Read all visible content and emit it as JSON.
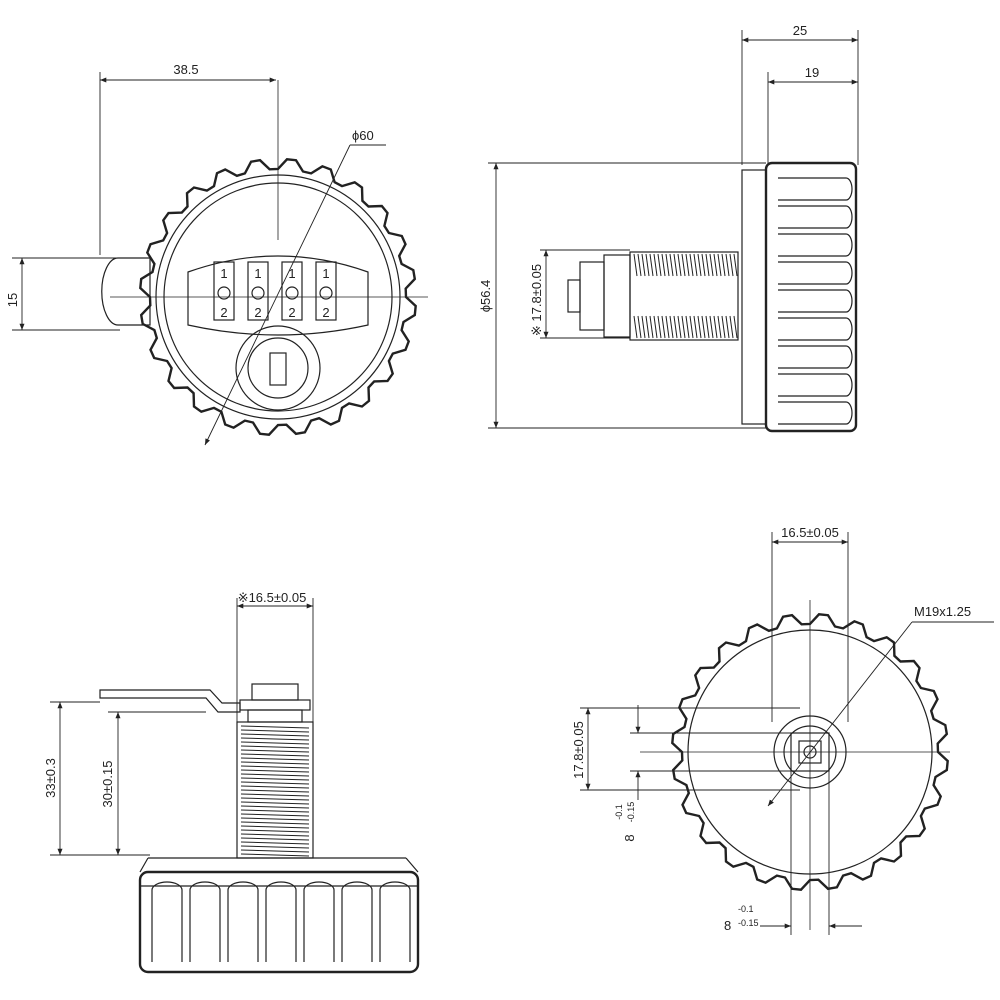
{
  "front_view": {
    "dim_width": "38.5",
    "dim_diameter": "ϕ60",
    "dim_height": "15",
    "dials": [
      "1",
      "1",
      "1",
      "1"
    ],
    "dials_bottom": [
      "2",
      "2",
      "2",
      "2"
    ]
  },
  "side_view": {
    "dim_total": "25",
    "dim_knob": "19",
    "dim_diameter": "ϕ56.4",
    "dim_flat": "※ 17.8±0.05"
  },
  "elevation_view": {
    "dim_flat": "※16.5±0.05",
    "dim_outer": "33±0.3",
    "dim_inner": "30±0.15"
  },
  "back_view": {
    "dim_flat_h": "16.5±0.05",
    "dim_thread": "M19x1.25",
    "dim_flat_v": "17.8±0.05",
    "dim_square_v": "8",
    "dim_square_v_tol_upper": "-0.1",
    "dim_square_v_tol_lower": "-0.15",
    "dim_square_h": "8",
    "dim_square_h_tol_upper": "-0.1",
    "dim_square_h_tol_lower": "-0.15"
  }
}
